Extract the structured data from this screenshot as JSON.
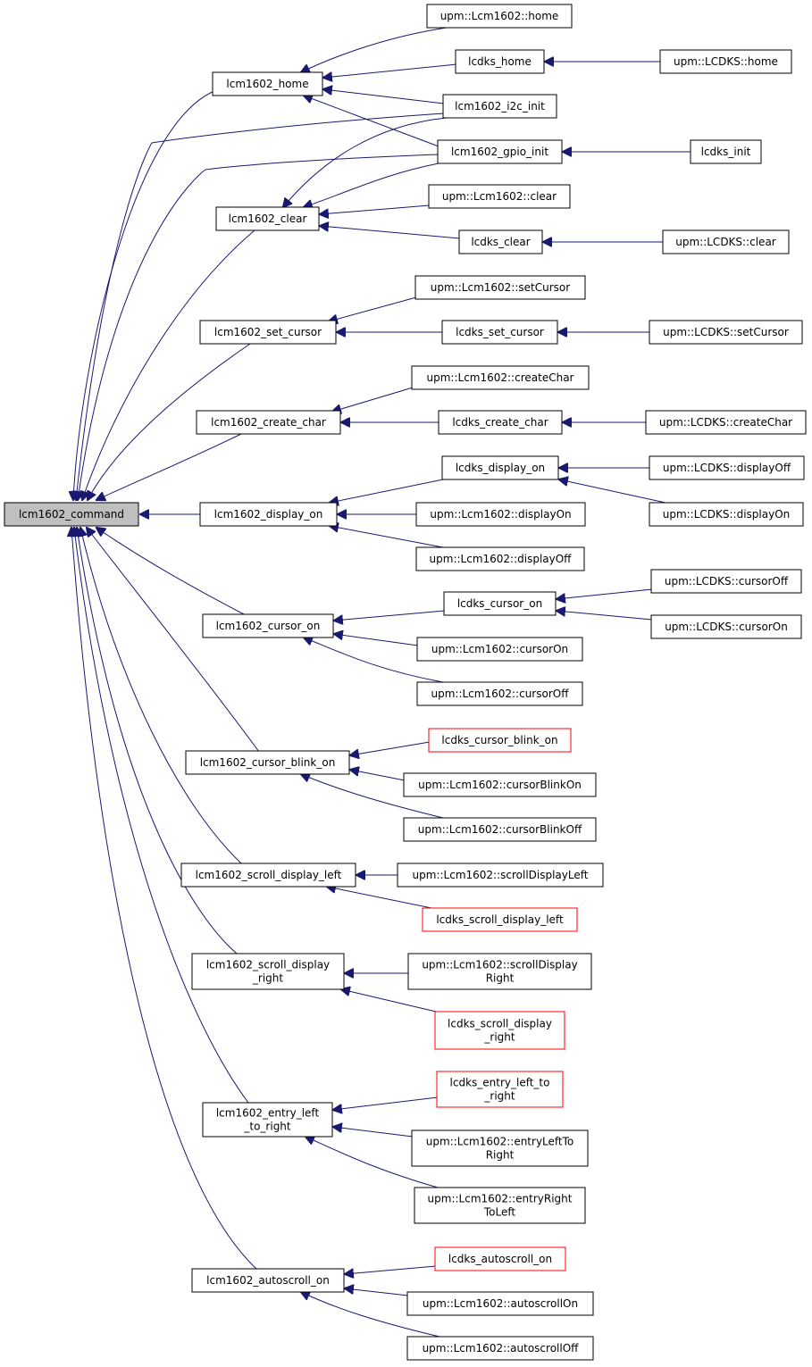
{
  "colors": {
    "edge": "#191970",
    "node_border": "#000000",
    "node_border_undocumented": "#ff0000",
    "root_fill": "#bfbfbf",
    "node_fill": "#ffffff"
  },
  "nodes": {
    "root": {
      "lines": [
        "lcm1602_command"
      ]
    },
    "home": {
      "lines": [
        "lcm1602_home"
      ]
    },
    "clear": {
      "lines": [
        "lcm1602_clear"
      ]
    },
    "set_cursor": {
      "lines": [
        "lcm1602_set_cursor"
      ]
    },
    "create_char": {
      "lines": [
        "lcm1602_create_char"
      ]
    },
    "display_on": {
      "lines": [
        "lcm1602_display_on"
      ]
    },
    "cursor_on": {
      "lines": [
        "lcm1602_cursor_on"
      ]
    },
    "cursor_blink_on": {
      "lines": [
        "lcm1602_cursor_blink_on"
      ]
    },
    "scroll_left": {
      "lines": [
        "lcm1602_scroll_display_left"
      ]
    },
    "scroll_right": {
      "lines": [
        "lcm1602_scroll_display",
        "_right"
      ]
    },
    "entry_ltr": {
      "lines": [
        "lcm1602_entry_left",
        "_to_right"
      ]
    },
    "autoscroll_on": {
      "lines": [
        "lcm1602_autoscroll_on"
      ]
    },
    "upm_home": {
      "lines": [
        "upm::Lcm1602::home"
      ]
    },
    "lcdks_home": {
      "lines": [
        "lcdks_home"
      ]
    },
    "i2c_init": {
      "lines": [
        "lcm1602_i2c_init"
      ]
    },
    "gpio_init": {
      "lines": [
        "lcm1602_gpio_init"
      ]
    },
    "upm_clear": {
      "lines": [
        "upm::Lcm1602::clear"
      ]
    },
    "lcdks_clear": {
      "lines": [
        "lcdks_clear"
      ]
    },
    "upm_setcursor": {
      "lines": [
        "upm::Lcm1602::setCursor"
      ]
    },
    "lcdks_set_cursor": {
      "lines": [
        "lcdks_set_cursor"
      ]
    },
    "upm_createchar": {
      "lines": [
        "upm::Lcm1602::createChar"
      ]
    },
    "lcdks_create_char": {
      "lines": [
        "lcdks_create_char"
      ]
    },
    "lcdks_display_on": {
      "lines": [
        "lcdks_display_on"
      ]
    },
    "upm_displayon": {
      "lines": [
        "upm::Lcm1602::displayOn"
      ]
    },
    "upm_displayoff": {
      "lines": [
        "upm::Lcm1602::displayOff"
      ]
    },
    "lcdks_cursor_on": {
      "lines": [
        "lcdks_cursor_on"
      ]
    },
    "upm_cursoron": {
      "lines": [
        "upm::Lcm1602::cursorOn"
      ]
    },
    "upm_cursoroff": {
      "lines": [
        "upm::Lcm1602::cursorOff"
      ]
    },
    "lcdks_cursor_blink_on": {
      "lines": [
        "lcdks_cursor_blink_on"
      ]
    },
    "upm_cursorblinkon": {
      "lines": [
        "upm::Lcm1602::cursorBlinkOn"
      ]
    },
    "upm_cursorblinkoff": {
      "lines": [
        "upm::Lcm1602::cursorBlinkOff"
      ]
    },
    "upm_scrollleft": {
      "lines": [
        "upm::Lcm1602::scrollDisplayLeft"
      ]
    },
    "lcdks_scroll_left": {
      "lines": [
        "lcdks_scroll_display_left"
      ]
    },
    "upm_scrollright": {
      "lines": [
        "upm::Lcm1602::scrollDisplay",
        "Right"
      ]
    },
    "lcdks_scroll_right": {
      "lines": [
        "lcdks_scroll_display",
        "_right"
      ]
    },
    "lcdks_entry_ltr": {
      "lines": [
        "lcdks_entry_left_to",
        "_right"
      ]
    },
    "upm_entryltr": {
      "lines": [
        "upm::Lcm1602::entryLeftTo",
        "Right"
      ]
    },
    "upm_entryrtl": {
      "lines": [
        "upm::Lcm1602::entryRight",
        "ToLeft"
      ]
    },
    "lcdks_autoscroll_on": {
      "lines": [
        "lcdks_autoscroll_on"
      ]
    },
    "upm_autoscrollon": {
      "lines": [
        "upm::Lcm1602::autoscrollOn"
      ]
    },
    "upm_autoscrolloff": {
      "lines": [
        "upm::Lcm1602::autoscrollOff"
      ]
    },
    "lcdks_upm_home": {
      "lines": [
        "upm::LCDKS::home"
      ]
    },
    "lcdks_init": {
      "lines": [
        "lcdks_init"
      ]
    },
    "lcdks_upm_clear": {
      "lines": [
        "upm::LCDKS::clear"
      ]
    },
    "lcdks_upm_setcursor": {
      "lines": [
        "upm::LCDKS::setCursor"
      ]
    },
    "lcdks_upm_createchar": {
      "lines": [
        "upm::LCDKS::createChar"
      ]
    },
    "lcdks_upm_displayoff": {
      "lines": [
        "upm::LCDKS::displayOff"
      ]
    },
    "lcdks_upm_displayon": {
      "lines": [
        "upm::LCDKS::displayOn"
      ]
    },
    "lcdks_upm_cursoroff": {
      "lines": [
        "upm::LCDKS::cursorOff"
      ]
    },
    "lcdks_upm_cursoron": {
      "lines": [
        "upm::LCDKS::cursorOn"
      ]
    }
  },
  "edges": [
    [
      "home",
      "root"
    ],
    [
      "clear",
      "root"
    ],
    [
      "set_cursor",
      "root"
    ],
    [
      "create_char",
      "root"
    ],
    [
      "display_on",
      "root"
    ],
    [
      "cursor_on",
      "root"
    ],
    [
      "cursor_blink_on",
      "root"
    ],
    [
      "scroll_left",
      "root"
    ],
    [
      "scroll_right",
      "root"
    ],
    [
      "entry_ltr",
      "root"
    ],
    [
      "autoscroll_on",
      "root"
    ],
    [
      "i2c_init",
      "root"
    ],
    [
      "gpio_init",
      "root"
    ],
    [
      "upm_home",
      "home"
    ],
    [
      "lcdks_home",
      "home"
    ],
    [
      "i2c_init",
      "home"
    ],
    [
      "gpio_init",
      "home"
    ],
    [
      "i2c_init",
      "clear"
    ],
    [
      "gpio_init",
      "clear"
    ],
    [
      "upm_clear",
      "clear"
    ],
    [
      "lcdks_clear",
      "clear"
    ],
    [
      "upm_setcursor",
      "set_cursor"
    ],
    [
      "lcdks_set_cursor",
      "set_cursor"
    ],
    [
      "upm_createchar",
      "create_char"
    ],
    [
      "lcdks_create_char",
      "create_char"
    ],
    [
      "lcdks_display_on",
      "display_on"
    ],
    [
      "upm_displayon",
      "display_on"
    ],
    [
      "upm_displayoff",
      "display_on"
    ],
    [
      "lcdks_cursor_on",
      "cursor_on"
    ],
    [
      "upm_cursoron",
      "cursor_on"
    ],
    [
      "upm_cursoroff",
      "cursor_on"
    ],
    [
      "lcdks_cursor_blink_on",
      "cursor_blink_on"
    ],
    [
      "upm_cursorblinkon",
      "cursor_blink_on"
    ],
    [
      "upm_cursorblinkoff",
      "cursor_blink_on"
    ],
    [
      "upm_scrollleft",
      "scroll_left"
    ],
    [
      "lcdks_scroll_left",
      "scroll_left"
    ],
    [
      "upm_scrollright",
      "scroll_right"
    ],
    [
      "lcdks_scroll_right",
      "scroll_right"
    ],
    [
      "lcdks_entry_ltr",
      "entry_ltr"
    ],
    [
      "upm_entryltr",
      "entry_ltr"
    ],
    [
      "upm_entryrtl",
      "entry_ltr"
    ],
    [
      "lcdks_autoscroll_on",
      "autoscroll_on"
    ],
    [
      "upm_autoscrollon",
      "autoscroll_on"
    ],
    [
      "upm_autoscrolloff",
      "autoscroll_on"
    ],
    [
      "lcdks_upm_home",
      "lcdks_home"
    ],
    [
      "lcdks_init",
      "gpio_init"
    ],
    [
      "lcdks_upm_clear",
      "lcdks_clear"
    ],
    [
      "lcdks_upm_setcursor",
      "lcdks_set_cursor"
    ],
    [
      "lcdks_upm_createchar",
      "lcdks_create_char"
    ],
    [
      "lcdks_upm_displayoff",
      "lcdks_display_on"
    ],
    [
      "lcdks_upm_displayon",
      "lcdks_display_on"
    ],
    [
      "lcdks_upm_cursoroff",
      "lcdks_cursor_on"
    ],
    [
      "lcdks_upm_cursoron",
      "lcdks_cursor_on"
    ]
  ]
}
